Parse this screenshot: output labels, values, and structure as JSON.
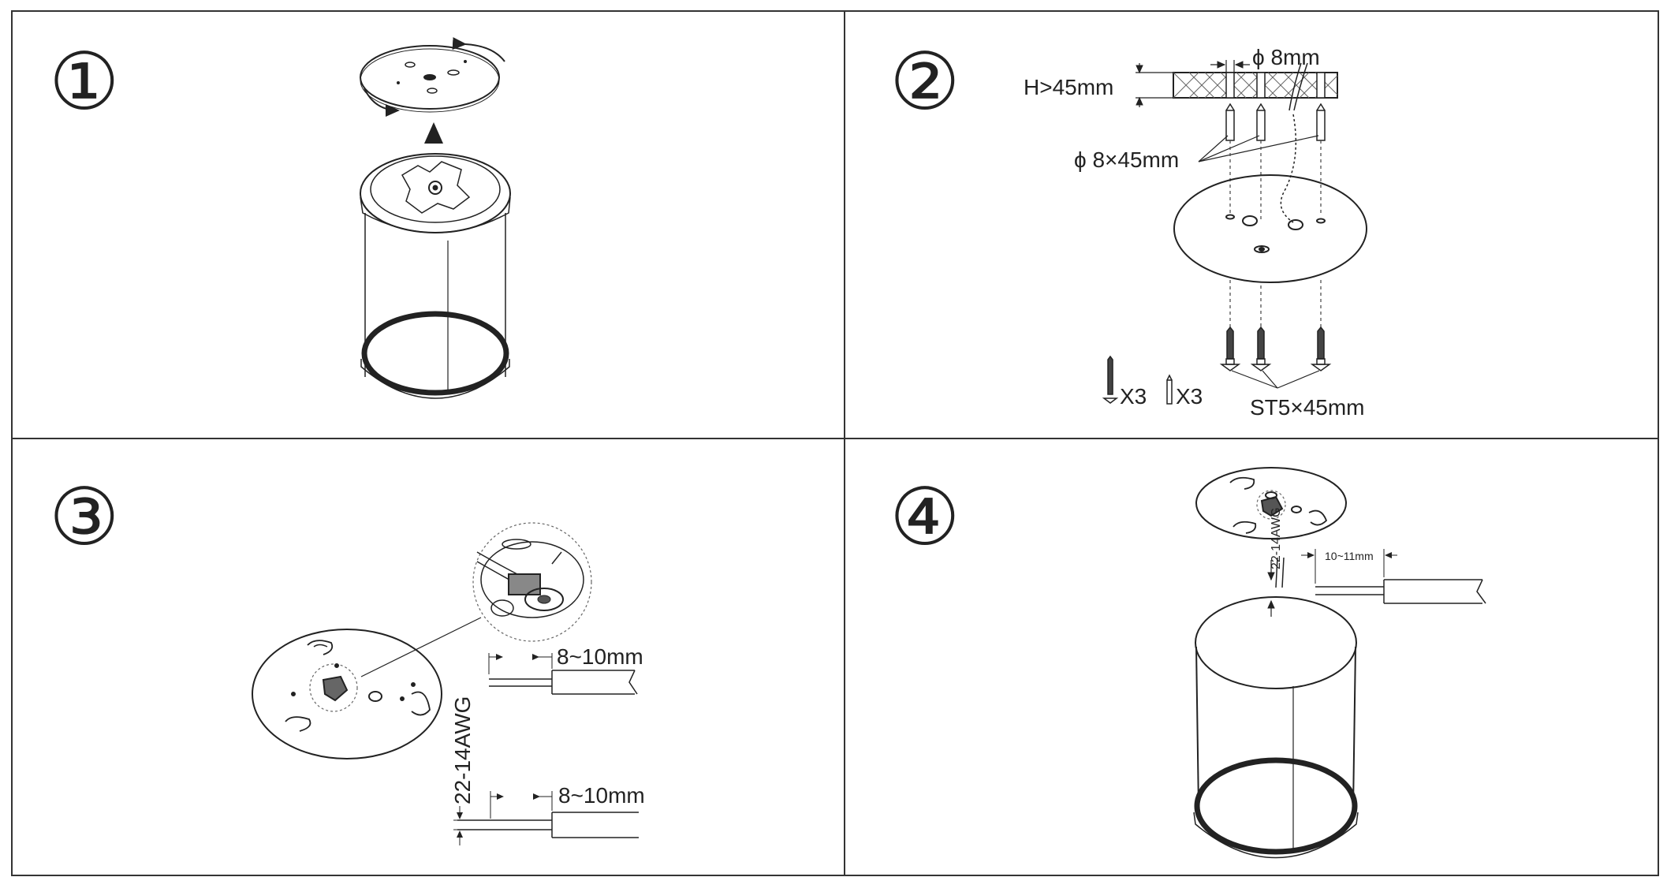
{
  "steps": [
    {
      "number": "①",
      "labels": []
    },
    {
      "number": "②",
      "labels": [
        "H>45mm",
        "ϕ 8mm",
        "ϕ 8×45mm",
        "X3",
        "X3",
        "ST5×45mm"
      ]
    },
    {
      "number": "③",
      "labels": [
        "8~10mm",
        "8~10mm",
        "22-14AWG"
      ]
    },
    {
      "number": "④",
      "labels": [
        "10~11mm",
        "22-14AWG"
      ]
    }
  ]
}
